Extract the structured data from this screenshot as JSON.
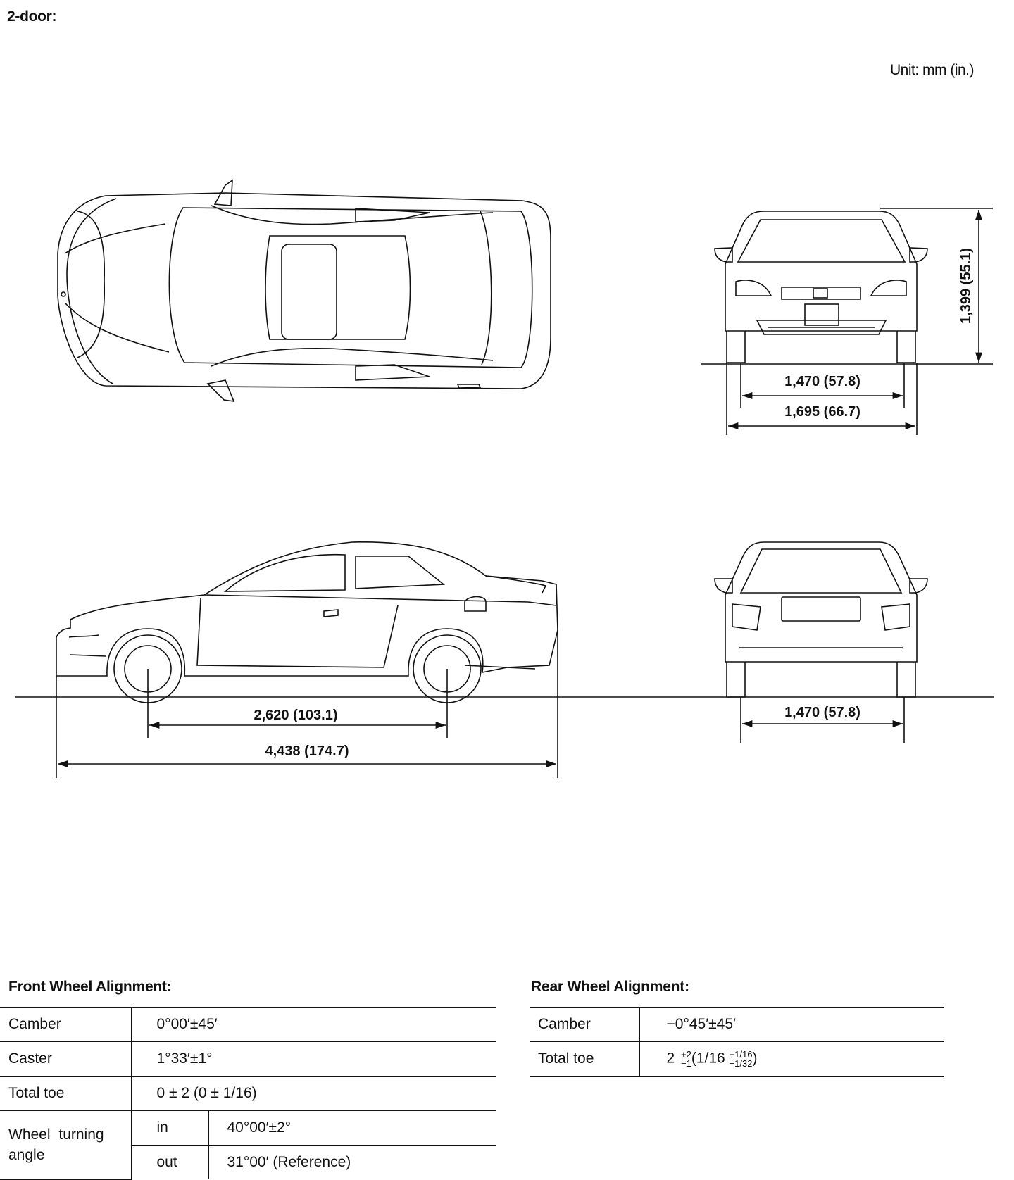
{
  "header": {
    "title": "2-door:",
    "unit": "Unit: mm (in.)"
  },
  "dimensions": {
    "height": "1,399 (55.1)",
    "front_tread": "1,470 (57.8)",
    "overall_width": "1,695 (66.7)",
    "wheelbase": "2,620 (103.1)",
    "overall_length": "4,438 (174.7)",
    "rear_tread": "1,470 (57.8)"
  },
  "front_alignment": {
    "title": "Front Wheel Alignment:",
    "rows": [
      {
        "label": "Camber",
        "value": "0°00′±45′"
      },
      {
        "label": "Caster",
        "value": "1°33′±1°"
      },
      {
        "label": "Total toe",
        "value": "0 ± 2 (0 ± 1/16)"
      }
    ],
    "turning": {
      "label": "Wheel turning angle",
      "in_label": "in",
      "in_value": "40°00′±2°",
      "out_label": "out",
      "out_value": "31°00′ (Reference)"
    }
  },
  "rear_alignment": {
    "title": "Rear Wheel Alignment:",
    "rows": [
      {
        "label": "Camber",
        "value": "−0°45′±45′"
      }
    ],
    "toe": {
      "label": "Total toe",
      "main": "2",
      "tol_plus": "+2",
      "tol_minus": "−1",
      "paren_open": "(1/16",
      "in_plus": "+1/16",
      "in_minus": "−1/32",
      "paren_close": ")"
    }
  }
}
